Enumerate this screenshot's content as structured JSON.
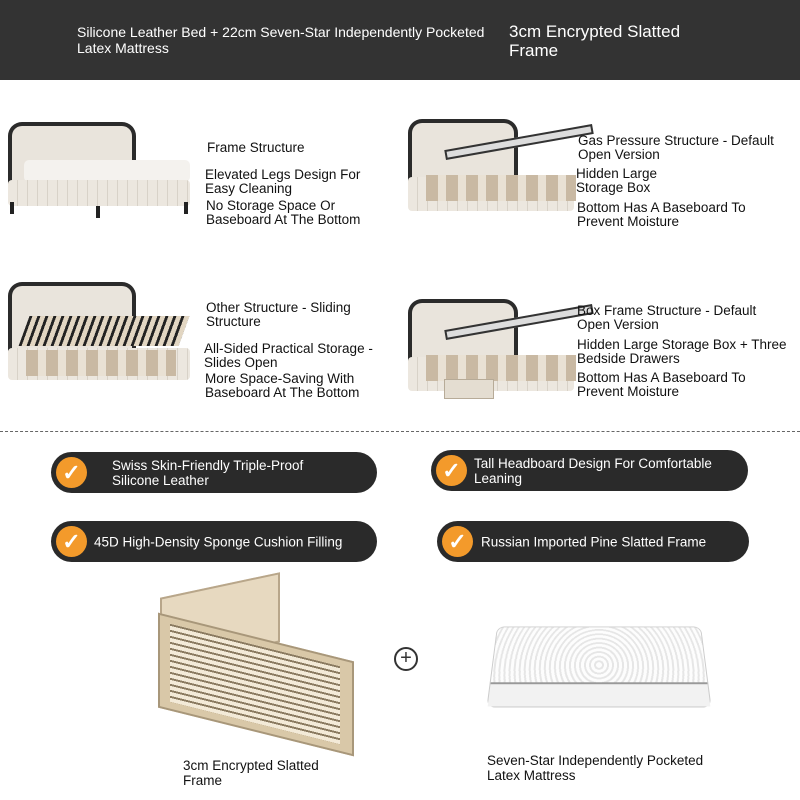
{
  "header": {
    "left_title": "Silicone Leather Bed + 22cm Seven-Star Independently Pocketed Latex Mattress",
    "right_title": "3cm Encrypted Slatted Frame"
  },
  "structures": [
    {
      "title": "Frame Structure",
      "lines": [
        "Elevated Legs Design For Easy Cleaning",
        "No Storage Space Or Baseboard At The Bottom"
      ]
    },
    {
      "title": "Gas Pressure Structure - Default Open Version",
      "lines": [
        "Hidden Large Storage Box",
        "Bottom Has A Baseboard To Prevent Moisture"
      ]
    },
    {
      "title": "Other Structure - Sliding Structure",
      "lines": [
        "All-Sided Practical Storage - Slides Open",
        "More Space-Saving With Baseboard At The Bottom"
      ]
    },
    {
      "title": "Box Frame Structure - Default Open Version",
      "lines": [
        "Hidden Large Storage Box + Three Bedside Drawers",
        "Bottom Has A Baseboard To Prevent Moisture"
      ]
    }
  ],
  "features": [
    "Swiss Skin-Friendly Triple-Proof Silicone Leather",
    "Tall Headboard Design For Comfortable Leaning",
    "45D High-Density Sponge Cushion Filling",
    "Russian Imported Pine Slatted Frame"
  ],
  "check_icon": "✓",
  "plus_icon": "+",
  "accent_color": "#f39a2b",
  "bundle": {
    "frame_caption": "3cm Encrypted Slatted Frame",
    "mattress_caption": "Seven-Star Independently Pocketed Latex Mattress"
  }
}
